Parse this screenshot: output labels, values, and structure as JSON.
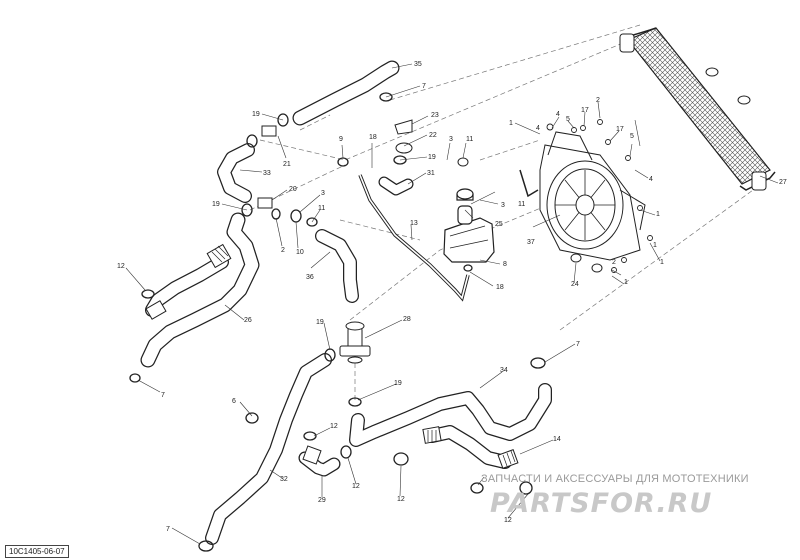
{
  "diagram": {
    "reference_code": "10C1405-06-07",
    "watermark": {
      "caption": "ЗАПЧАСТИ И АКСЕССУАРЫ ДЛЯ МОТОТЕХНИКИ",
      "logo": "PARTSFOR.RU"
    },
    "callouts": {
      "c35": "35",
      "c7a": "7",
      "c19a": "19",
      "c23": "23",
      "c9": "9",
      "c18a": "18",
      "c22": "22",
      "c3a": "3",
      "c11a": "11",
      "c19b": "19",
      "c21": "21",
      "c33": "33",
      "c31": "31",
      "c20": "20",
      "c19c": "19",
      "c3b": "3",
      "c2a": "2",
      "c10": "10",
      "c11b": "11",
      "c25": "25",
      "c3c": "3",
      "c13": "13",
      "c8": "8",
      "c18b": "18",
      "c12a": "12",
      "c36": "36",
      "c26": "26",
      "c7b": "7",
      "c28": "28",
      "c19d": "19",
      "c34": "34",
      "c19e": "19",
      "c7c": "7",
      "c6": "6",
      "c12b": "12",
      "c14": "14",
      "c32": "32",
      "c29": "29",
      "c12c": "12",
      "c12d": "12",
      "c12e": "12",
      "c7d": "7",
      "c1a": "1",
      "c4a": "4",
      "c5": "5",
      "c17a": "17",
      "c2b": "2",
      "c17b": "17",
      "c5b": "5",
      "c4b": "4",
      "c27": "27",
      "c37": "37",
      "c1b": "1",
      "c1c": "1",
      "c24": "24",
      "c1d": "1",
      "c1e": "1",
      "c2c": "2",
      "c4c": "4"
    }
  }
}
